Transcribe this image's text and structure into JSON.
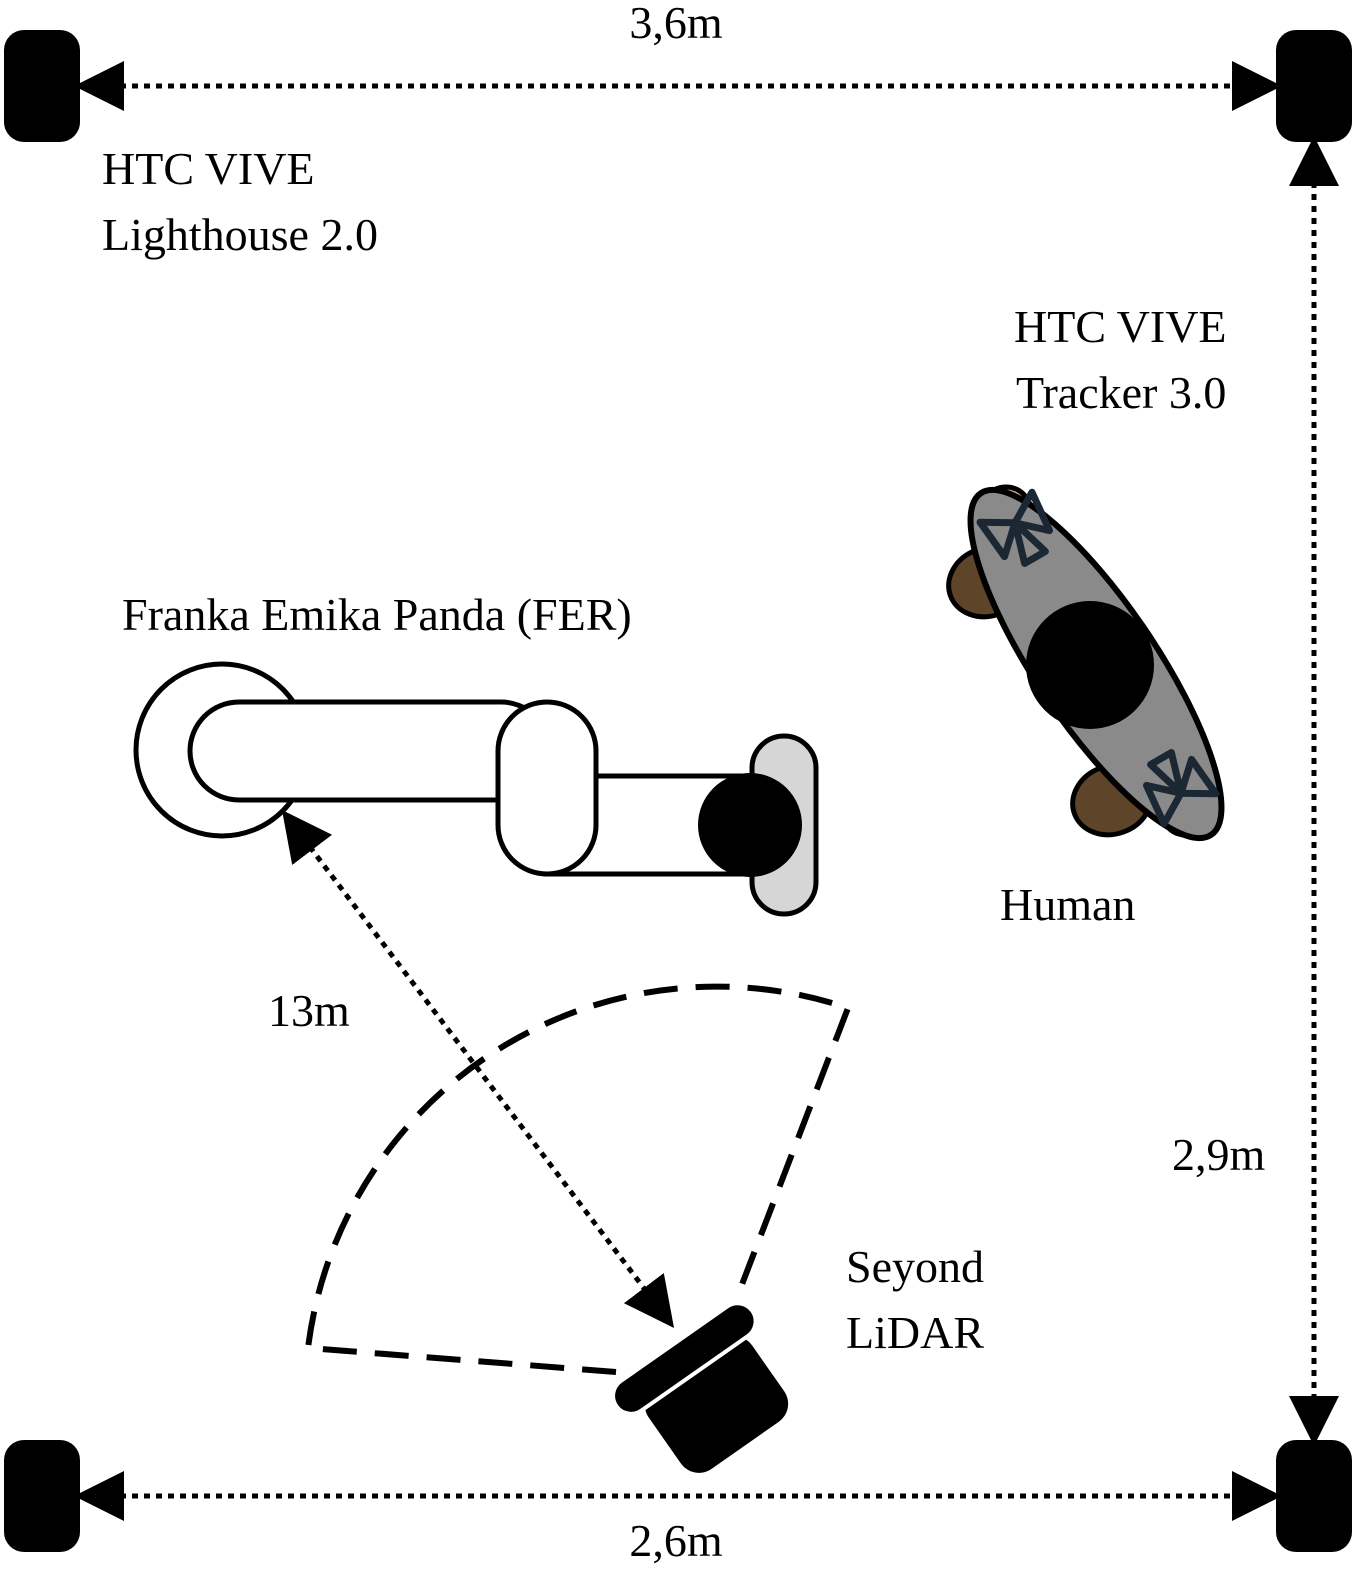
{
  "dimensions": {
    "top_width": "3,6m",
    "bottom_width": "2,6m",
    "right_height": "2,9m",
    "robot_to_lidar": "13m"
  },
  "labels": {
    "lighthouse_line1": "HTC VIVE",
    "lighthouse_line2": "Lighthouse 2.0",
    "tracker_line1": "HTC VIVE",
    "tracker_line2": "Tracker 3.0",
    "robot": "Franka Emika Panda (FER)",
    "human": "Human",
    "lidar_line1": "Seyond",
    "lidar_line2": "LiDAR"
  },
  "colors": {
    "ink": "#000000",
    "human_body": "#8a8a8a",
    "human_limbs": "#5e4428",
    "tracker_outline": "#1b2833",
    "gripper": "#d6d6d6",
    "skin": "#d2b594"
  }
}
